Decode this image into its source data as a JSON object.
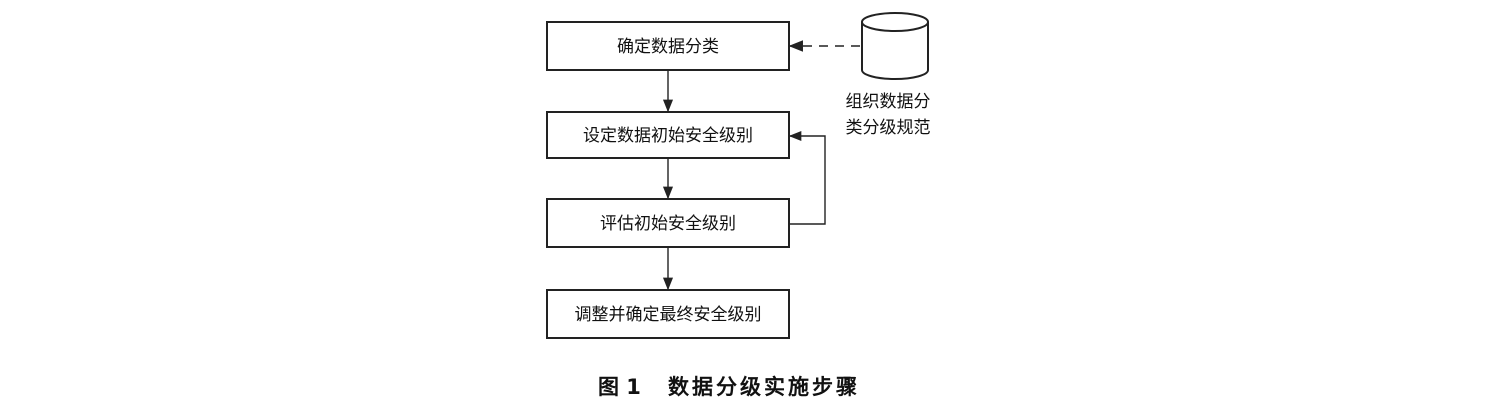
{
  "diagram": {
    "steps": [
      {
        "label": "确定数据分类"
      },
      {
        "label": "设定数据初始安全级别"
      },
      {
        "label": "评估初始安全级别"
      },
      {
        "label": "调整并确定最终安全级别"
      }
    ],
    "source": {
      "label_line1": "组织数据分",
      "label_line2": "类分级规范",
      "icon": "database-cylinder-icon"
    },
    "caption": {
      "figure_number": "图 1",
      "title": "数据分级实施步骤"
    }
  }
}
